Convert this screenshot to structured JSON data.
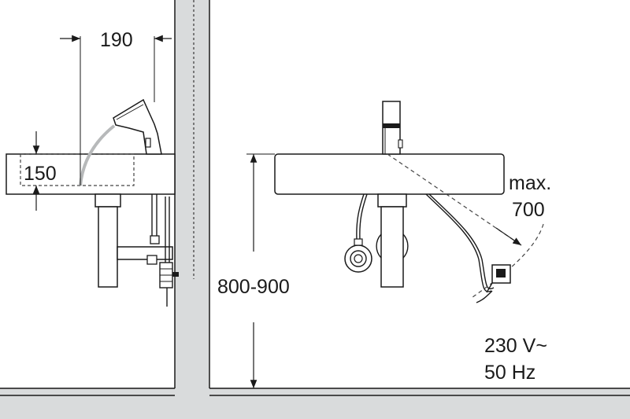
{
  "dimensions": {
    "spout_projection": "190",
    "basin_height": "150",
    "mount_height": "800-900",
    "max_label": "max.",
    "max_distance": "700",
    "voltage": "230 V~",
    "frequency": "50 Hz"
  },
  "colors": {
    "wall_fill": "#d9dbdc",
    "line": "#1a1a1a",
    "dashed": "#444444",
    "water": "#b7b9ba"
  }
}
